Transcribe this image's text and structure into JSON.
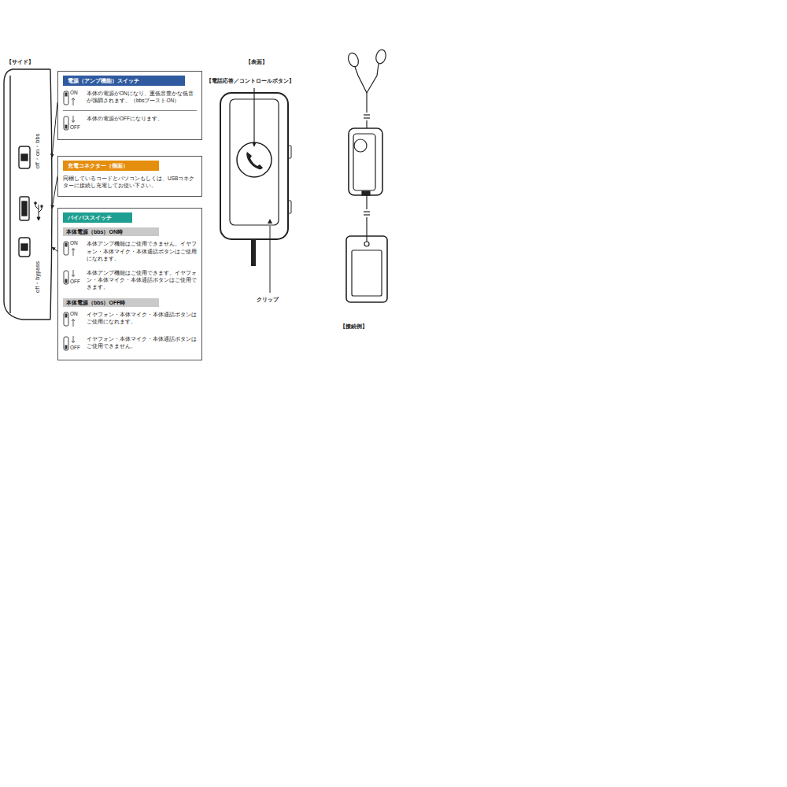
{
  "diagram": {
    "nodes": [
      {
        "text": [
          "電源（アンプ機能）スイッチ",
          "本体の電源がONになり、重低音豊かな低音が強調されます。（bbsブーストON）",
          "本体の電源がOFFになります。"
        ]
      },
      {
        "text": [
          "充電コネクター（側面）",
          "同梱しているコードとパソコンもしくは、USBコネクターに接続し充電してお使い下さい。"
        ]
      },
      {
        "text": [
          "バイパススイッチ"
        ]
      },
      {
        "text": [
          "本体電源（bbs）ON時",
          "本体アンプ機能はご使用できません。イヤフォン・本体マイク・本体通話ボタンはご使用になれます。",
          "本体アンプ機能はご使用できます。イヤフォン・本体マイク・本体通話ボタンはご使用できます。"
        ],
        "in": 2
      },
      {
        "text": [
          "本体電源（bbs）OFF時",
          "イヤフォン・本体マイク・本体通話ボタンはご使用になれます。",
          "イヤフォン・本体マイク・本体通話ボタンはご使用できません。"
        ],
        "in": 2
      }
    ],
    "labels": [
      "【サイド】",
      "ON",
      "OFF",
      "ON",
      "OFF",
      "ON",
      "OFF",
      "off・on・bbs",
      "off・bypass",
      "【表面】",
      "【電話応答／コントロールボタン】",
      "クリップ",
      "【接続例】"
    ]
  }
}
